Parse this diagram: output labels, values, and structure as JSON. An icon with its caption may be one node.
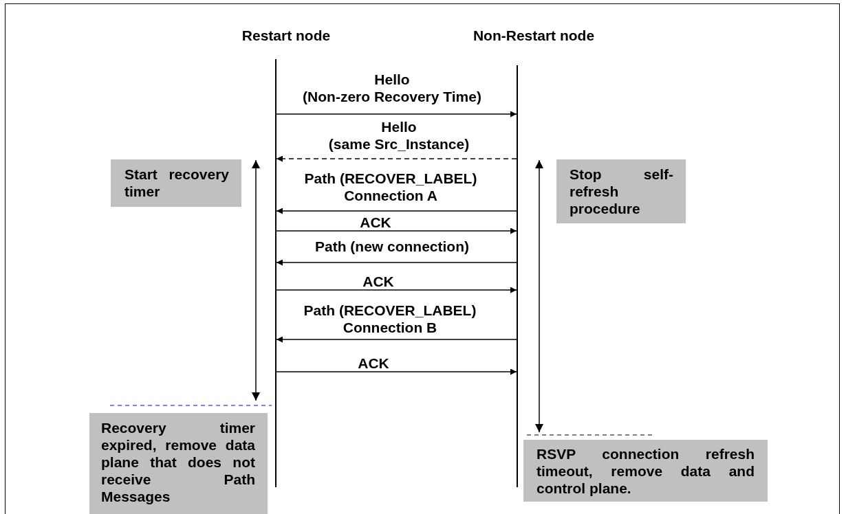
{
  "diagram": {
    "nodes": [
      {
        "text": [
          "Restart node"
        ]
      },
      {
        "text": [
          "Non-Restart node"
        ]
      },
      {
        "text": [
          "Start recovery timer"
        ]
      },
      {
        "text": [
          "Stop self-refresh procedure"
        ]
      },
      {
        "text": [
          "Recovery timer expired, remove data plane that does not receive Path Messages"
        ]
      },
      {
        "text": [
          "RSVP connection refresh timeout, remove data and control plane."
        ]
      }
    ],
    "edges": [
      {
        "from": 0,
        "to": 1,
        "arrow": "to",
        "label": "Hello (Non-zero Recovery Time)"
      },
      {
        "from": 1,
        "to": 0,
        "arrow": "to",
        "label": "Hello (same Src_Instance)",
        "style": "dashed"
      },
      {
        "from": 1,
        "to": 0,
        "arrow": "to",
        "label": "Path (RECOVER_LABEL) Connection A"
      },
      {
        "from": 0,
        "to": 1,
        "arrow": "to",
        "label": "ACK"
      },
      {
        "from": 1,
        "to": 0,
        "arrow": "to",
        "label": "Path (new connection)"
      },
      {
        "from": 0,
        "to": 1,
        "arrow": "to",
        "label": "ACK"
      },
      {
        "from": 1,
        "to": 0,
        "arrow": "to",
        "label": "Path (RECOVER_LABEL) Connection B"
      },
      {
        "from": 0,
        "to": 1,
        "arrow": "to",
        "label": "ACK"
      },
      {
        "from": 2,
        "to": 4,
        "arrow": "both"
      },
      {
        "from": 3,
        "to": 5,
        "arrow": "both"
      }
    ]
  }
}
